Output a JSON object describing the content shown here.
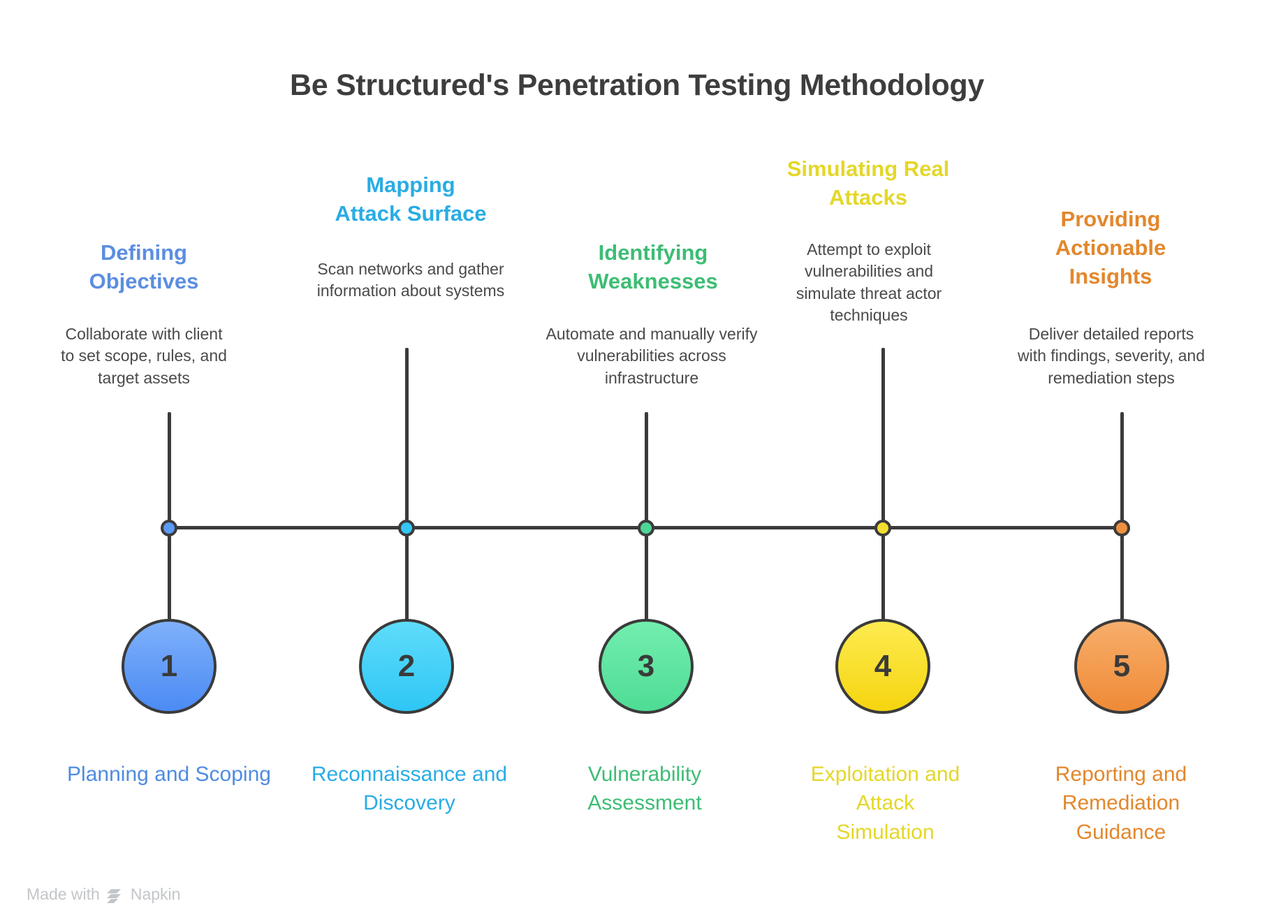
{
  "title": "Be Structured's Penetration Testing Methodology",
  "footer": {
    "made_with": "Made with",
    "brand": "Napkin",
    "logo_icon": "napkin-logo-icon"
  },
  "timeline": {
    "axis_color": "#3b3b3b",
    "steps": [
      {
        "number": "1",
        "headline": "Defining\nObjectives",
        "headline_line1": "Defining",
        "headline_line2": "Objectives",
        "description": "Collaborate with client to set scope, rules, and target assets",
        "footer_label": "Planning and Scoping",
        "color": "#5b8ee0",
        "circle_top": "#7fb0fb",
        "circle_bottom": "#4b8bf4",
        "dot_color": "#5b9bf5"
      },
      {
        "number": "2",
        "headline_line1": "Mapping",
        "headline_line2": "Attack Surface",
        "description": "Scan networks and gather information about systems",
        "footer_label": "Reconnaissance and Discovery",
        "color": "#29ace4",
        "circle_top": "#5fdcfb",
        "circle_bottom": "#2ec6f5",
        "dot_color": "#34c6f4"
      },
      {
        "number": "3",
        "headline_line1": "Identifying",
        "headline_line2": "Weaknesses",
        "description": "Automate and manually verify vulnerabilities across infrastructure",
        "footer_label": "Vulnerability Assessment",
        "color": "#3dbd74",
        "circle_top": "#72eeae",
        "circle_bottom": "#4fdc95",
        "dot_color": "#4dd695"
      },
      {
        "number": "4",
        "headline_line1": "Simulating Real",
        "headline_line2": "Attacks",
        "description": "Attempt to exploit vulnerabilities and simulate threat actor techniques",
        "footer_label": "Exploitation and Attack Simulation",
        "color": "#e4d728",
        "circle_top": "#fdeb50",
        "circle_bottom": "#f5d50f",
        "dot_color": "#f2de2e"
      },
      {
        "number": "5",
        "headline_line1": "Providing",
        "headline_line2": "Actionable",
        "headline_line3": "Insights",
        "description": "Deliver detailed reports with findings, severity, and remediation steps",
        "footer_label": "Reporting and Remediation Guidance",
        "color": "#e2872c",
        "circle_top": "#f7ae6b",
        "circle_bottom": "#ef8a36",
        "dot_color": "#ef9040"
      }
    ]
  },
  "chart_data": {
    "type": "table",
    "title": "Be Structured's Penetration Testing Methodology",
    "categories": [
      "1",
      "2",
      "3",
      "4",
      "5"
    ],
    "series": [
      {
        "name": "phase",
        "values": [
          "Planning and Scoping",
          "Reconnaissance and Discovery",
          "Vulnerability Assessment",
          "Exploitation and Attack Simulation",
          "Reporting and Remediation Guidance"
        ]
      },
      {
        "name": "goal",
        "values": [
          "Defining Objectives",
          "Mapping Attack Surface",
          "Identifying Weaknesses",
          "Simulating Real Attacks",
          "Providing Actionable Insights"
        ]
      },
      {
        "name": "detail",
        "values": [
          "Collaborate with client to set scope, rules, and target assets",
          "Scan networks and gather information about systems",
          "Automate and manually verify vulnerabilities across infrastructure",
          "Attempt to exploit vulnerabilities and simulate threat actor techniques",
          "Deliver detailed reports with findings, severity, and remediation steps"
        ]
      }
    ],
    "legend_position": "none",
    "grid": false
  }
}
